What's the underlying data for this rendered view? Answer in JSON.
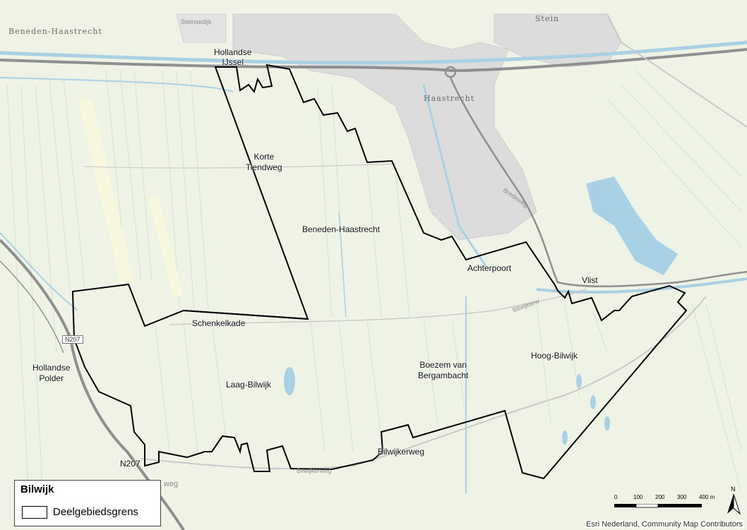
{
  "map": {
    "colors": {
      "land": "#eef3e6",
      "water": "#a9d1e6",
      "main_road": "#8f8f8f",
      "urban": "#d9d9d9",
      "boundary": "#000000"
    },
    "area_labels": {
      "hollandse_ijssel": "Hollandse\nIJssel",
      "korte_tiendweg": "Korte\nTiendweg",
      "beneden_haastrecht": "Beneden-Haastrecht",
      "achterpoort": "Achterpoort",
      "vlist": "Vlist",
      "schenkelkade": "Schenkelkade",
      "hollandse_polder": "Hollandse\nPolder",
      "laag_bilwijk": "Laag-Bilwijk",
      "boezem": "Boezem van\nBergambacht",
      "hoog_bilwijk": "Hoog-Bilwijk",
      "n207": "N207",
      "bilwijkerweg": "Bilwijkerweg"
    },
    "basemap_labels": {
      "beneden_haastrecht_town": "Beneden-Haastrecht",
      "steinsedijk": "Steinsedijk",
      "stein": "Stein",
      "haastrecht": "Haastrecht",
      "bredeweg": "Bredeweg",
      "bilwijkerw": "Bilwijkerw",
      "bilwijkerweg_small": "Bilwijkerweg",
      "n207_shield": "N207",
      "weg": "weg"
    }
  },
  "legend": {
    "title": "Bilwijk",
    "item_label": "Deelgebiedsgrens"
  },
  "scalebar": {
    "ticks": [
      "0",
      "100",
      "200",
      "300",
      "400 m"
    ]
  },
  "north_arrow": {
    "label": "N"
  },
  "credit": "Esri Nederland, Community Map Contributors"
}
